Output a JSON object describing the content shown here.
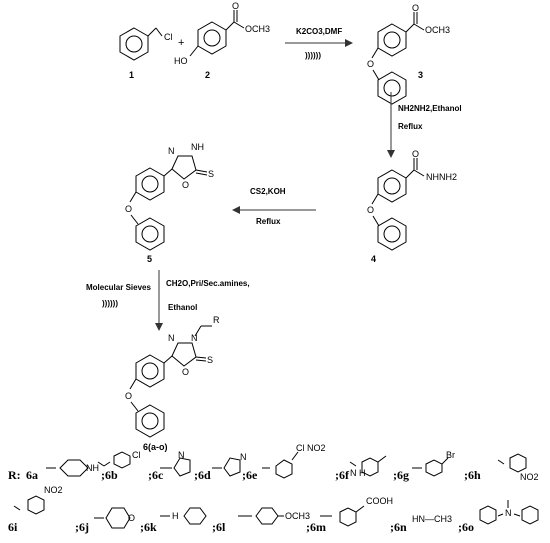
{
  "compounds": {
    "c1": {
      "number": "1",
      "group": "Cl"
    },
    "c2": {
      "number": "2",
      "ho": "HO",
      "ester": "OCH3"
    },
    "c3": {
      "number": "3",
      "ester": "OCH3"
    },
    "c4": {
      "number": "4",
      "hydrazide": "NHNH2"
    },
    "c5": {
      "number": "5",
      "nh": "NH",
      "n": "N",
      "o": "O",
      "s": "S"
    },
    "c6": {
      "number": "6(a-o)",
      "r": "R",
      "n": "N",
      "o": "O",
      "s": "S"
    }
  },
  "plus": "+",
  "ether_o": "O",
  "steps": {
    "step1": {
      "reagent": "K2CO3,DMF",
      "symbol": "))))))"
    },
    "step2": {
      "reagent": "NH2NH2,Ethanol",
      "condition": "Reflux"
    },
    "step3": {
      "reagent": "CS2,KOH",
      "condition": "Reflux"
    },
    "step4": {
      "left_reagent": "Molecular Sieves",
      "left_symbol": "))))))",
      "reagent": "CH2O,Pri/Sec.amines,",
      "solvent": "Ethanol"
    }
  },
  "legend": {
    "prefix": "R:",
    "items": [
      {
        "label": "6a",
        "atoms": "NH"
      },
      {
        "label": ";6b",
        "atoms": "Cl"
      },
      {
        "label": ";6c",
        "atoms": "N"
      },
      {
        "label": ";6d",
        "atoms": "N"
      },
      {
        "label": ";6e",
        "atoms": "Cl NO2"
      },
      {
        "label": ";6f",
        "atoms": "N H"
      },
      {
        "label": ";6g",
        "atoms": "Br"
      },
      {
        "label": ";6h",
        "atoms": "NO2"
      },
      {
        "label": "6i",
        "atoms": "NO2"
      },
      {
        "label": ";6j",
        "atoms": "O"
      },
      {
        "label": ";6k",
        "atoms": "H"
      },
      {
        "label": ";6l",
        "atoms": "OCH3"
      },
      {
        "label": ";6m",
        "atoms": "COOH"
      },
      {
        "label": ";6n",
        "atoms": "HN—CH3"
      },
      {
        "label": ";6o",
        "atoms": "N"
      }
    ]
  }
}
